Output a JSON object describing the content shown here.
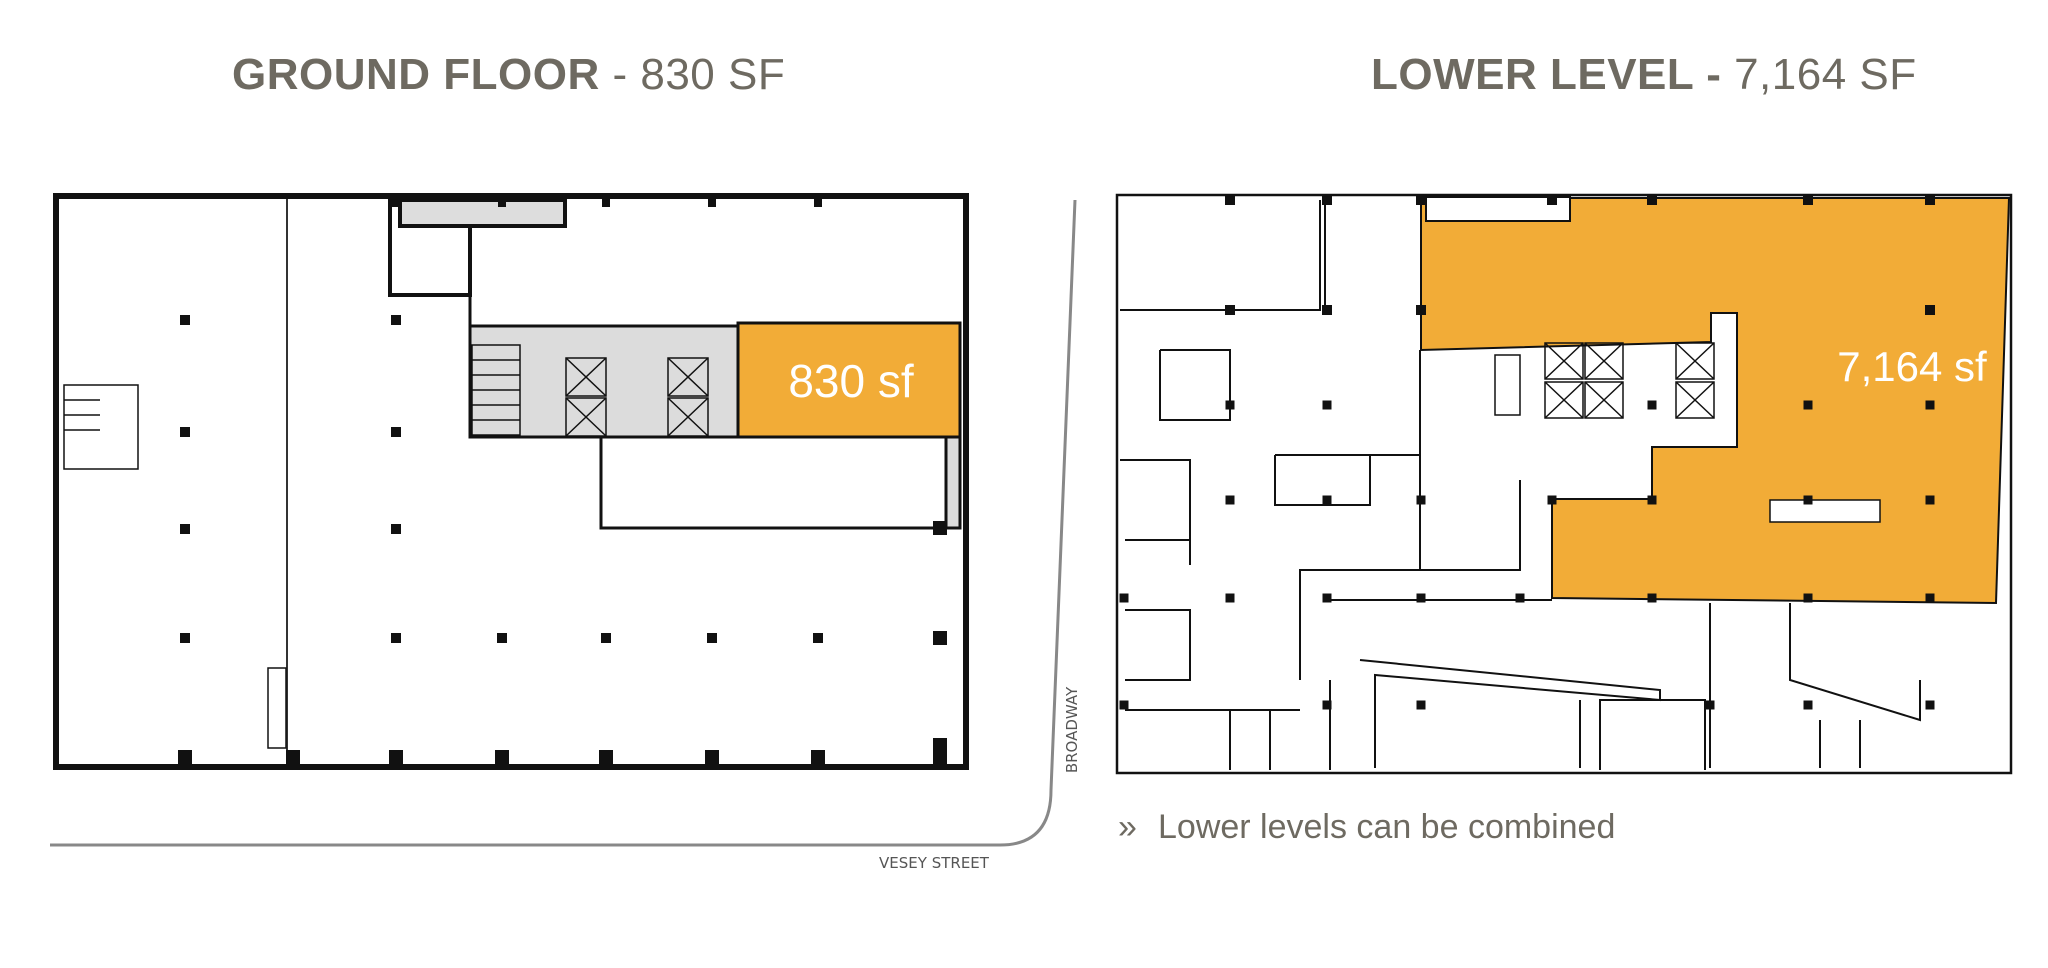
{
  "ground_floor": {
    "title_bold": "GROUND FLOOR",
    "title_rest": " - 830 SF",
    "highlight_label": "830 sf",
    "street_labels": {
      "bottom": "VESEY STREET",
      "side": "BROADWAY"
    }
  },
  "lower_level": {
    "title_bold": "LOWER LEVEL -",
    "title_rest": " 7,164 SF",
    "highlight_label": "7,164 sf"
  },
  "note": {
    "bullet": "»",
    "text": "Lower levels can be combined"
  },
  "colors": {
    "highlight": "#f2ac37",
    "core_grey": "#dcdcdc",
    "title_text": "#6e6a61",
    "wall": "#111111"
  }
}
